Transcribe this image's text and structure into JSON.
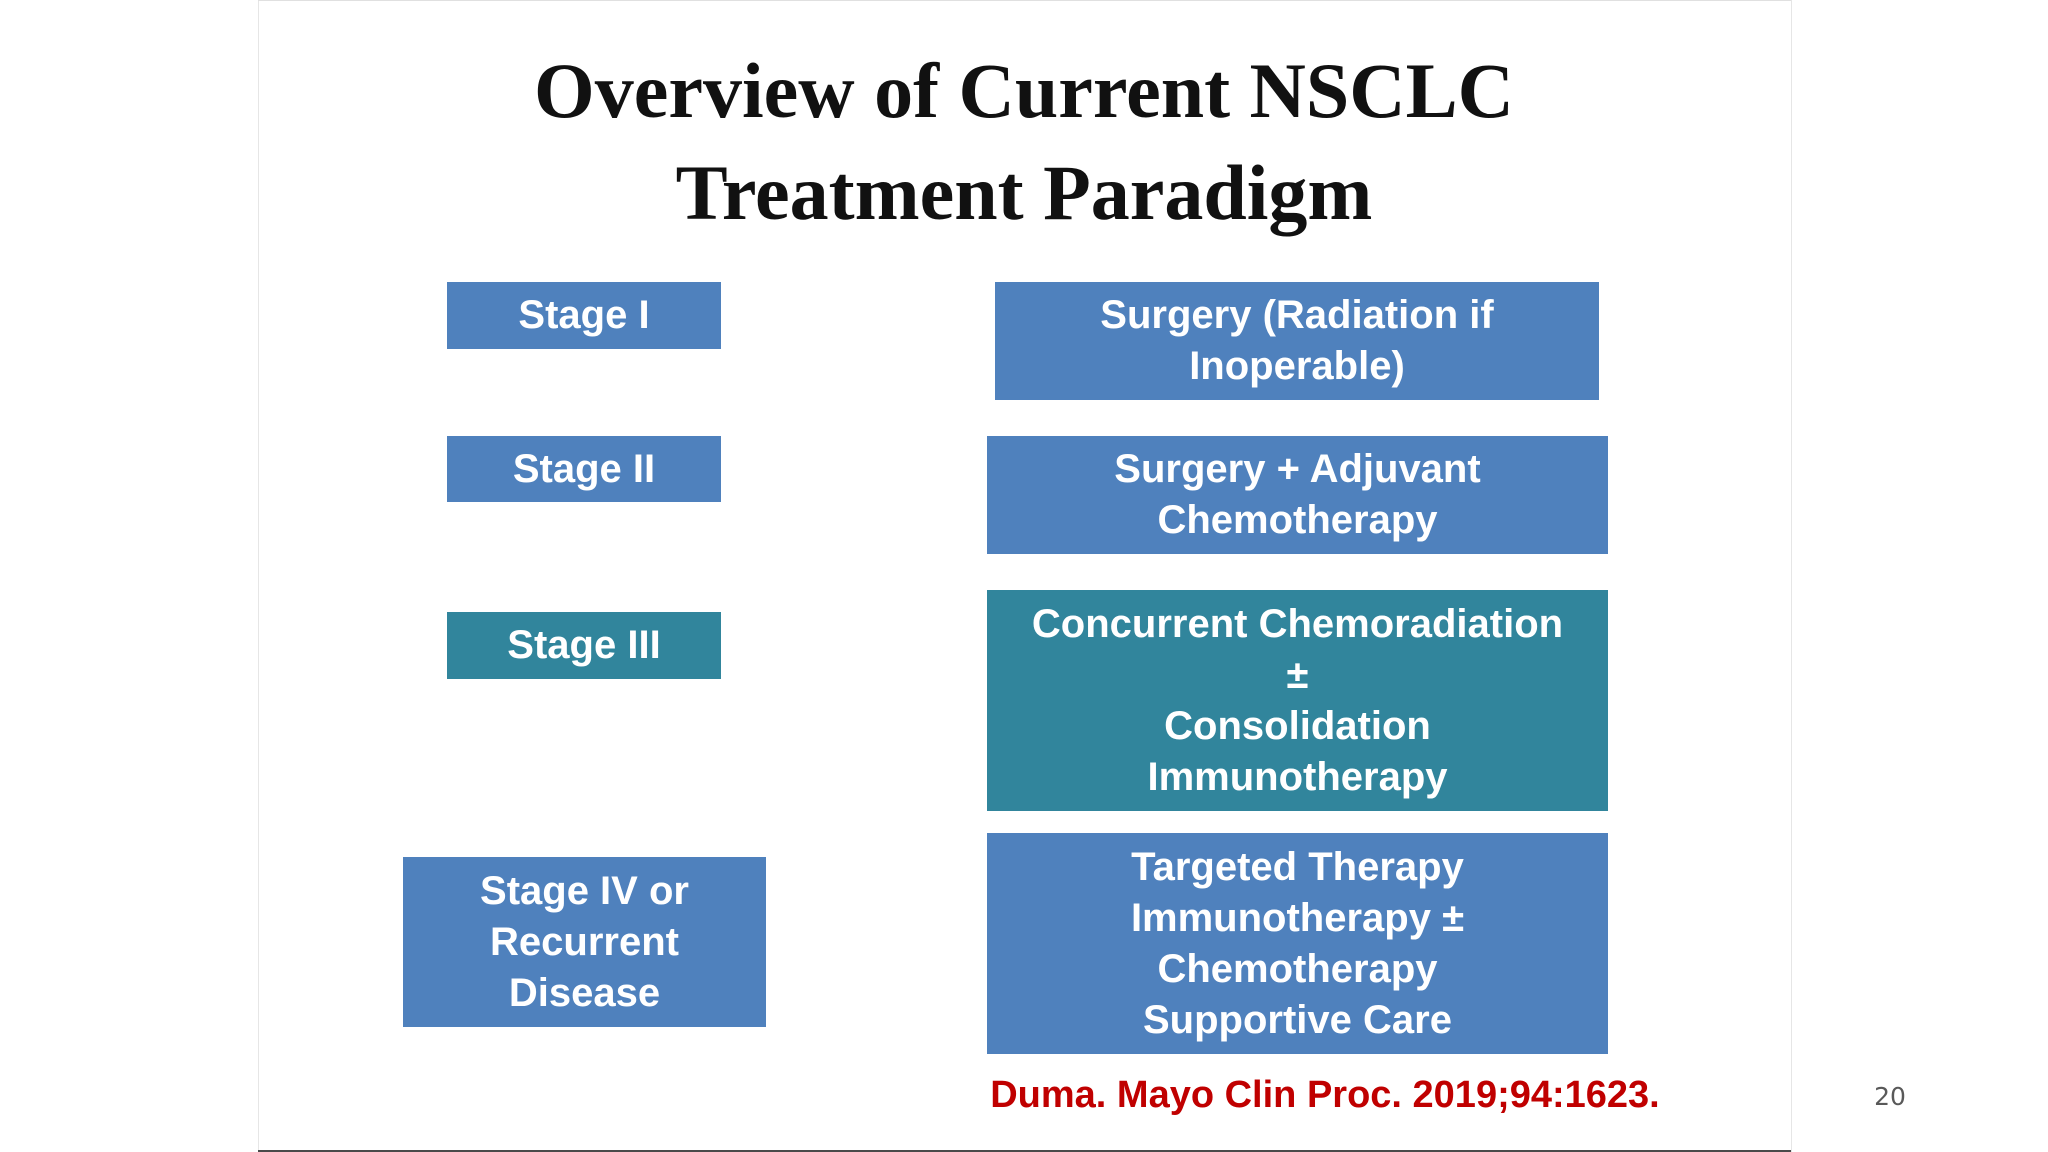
{
  "slide": {
    "title_line1": "Overview of  Current NSCLC",
    "title_line2": "Treatment Paradigm",
    "stages": [
      {
        "label": "Stage I",
        "color": "#4f81bd"
      },
      {
        "label": "Stage II",
        "color": "#4f81bd"
      },
      {
        "label": "Stage III",
        "color": "#31859c"
      },
      {
        "label": "Stage IV or\nRecurrent\nDisease",
        "color": "#4f81bd"
      }
    ],
    "treatments": [
      {
        "label": "Surgery (Radiation if\nInoperable)",
        "color": "#4f81bd"
      },
      {
        "label": "Surgery + Adjuvant\nChemotherapy",
        "color": "#4f81bd"
      },
      {
        "label": "Concurrent Chemoradiation\n±\nConsolidation\nImmunotherapy",
        "color": "#31859c"
      },
      {
        "label": "Targeted Therapy\nImmunotherapy ±\nChemotherapy\nSupportive Care",
        "color": "#4f81bd"
      }
    ],
    "citation": "Duma. Mayo Clin Proc. 2019;94:1623.",
    "page_number": "20"
  }
}
